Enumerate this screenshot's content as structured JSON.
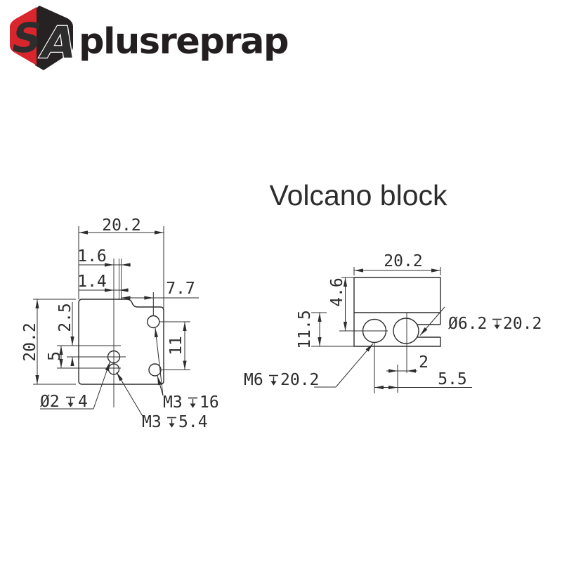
{
  "brand": {
    "monogram_s": "S",
    "monogram_a": "A",
    "name": "plusreprap"
  },
  "title": "Volcano block",
  "front_view": {
    "dim_width_top": "20.2",
    "dim_height_left": "20.2",
    "dim_offset_a": "1.6",
    "dim_offset_b": "1.4",
    "dim_step": "2.5",
    "dim_hole_pos": "5",
    "dim_step_width": "7.7",
    "dim_hole_spacing": "11",
    "label_thermistor": {
      "prefix": "Ø2",
      "depth": "4"
    },
    "label_grub_screw": {
      "prefix": "M3",
      "depth": "5.4"
    },
    "label_mount_holes": {
      "prefix": "M3",
      "depth": "16"
    }
  },
  "side_view": {
    "dim_width_top": "20.2",
    "dim_top_height": "4.6",
    "dim_body_height": "11.5",
    "dim_slot_offset": "2",
    "dim_hole_spacing": "5.5",
    "label_heater_hole": {
      "prefix": "Ø6.2",
      "depth": "20.2"
    },
    "label_nozzle_bore": {
      "prefix": "M6",
      "depth": "20.2"
    }
  },
  "colors": {
    "accent": "#ED7A1C",
    "logo_red": "#D8262C",
    "ink": "#2D2D2D"
  }
}
